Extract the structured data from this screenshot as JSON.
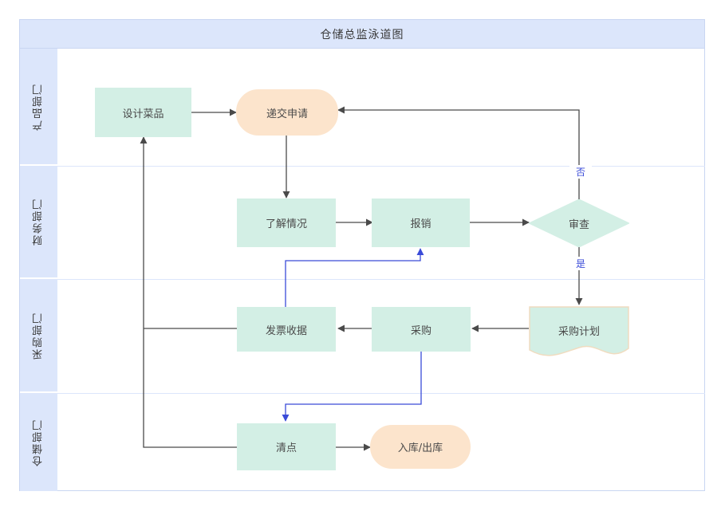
{
  "diagram": {
    "title": "仓储总监泳道图",
    "colors": {
      "header_bg": "#dce6fb",
      "lane_label_bg": "#dce6fb",
      "process_fill": "#d3efe5",
      "terminator_fill": "#fce4cc",
      "document_border": "#f0dcc0",
      "edge_gray": "#4a4a4a",
      "edge_blue": "#3a4bd8",
      "frame_border": "#c9d6f2",
      "text": "#4a4a4a"
    },
    "lanes": [
      {
        "id": "lane-product",
        "label": "产品部门"
      },
      {
        "id": "lane-finance",
        "label": "财务部门"
      },
      {
        "id": "lane-purchase",
        "label": "采购部门"
      },
      {
        "id": "lane-storage",
        "label": "仓储部门"
      }
    ],
    "nodes": [
      {
        "id": "design-dish",
        "label": "设计菜品",
        "shape": "rect",
        "lane": "产品部门"
      },
      {
        "id": "submit-request",
        "label": "递交申请",
        "shape": "rounded",
        "lane": "产品部门"
      },
      {
        "id": "understand",
        "label": "了解情况",
        "shape": "rect",
        "lane": "财务部门"
      },
      {
        "id": "reimburse",
        "label": "报销",
        "shape": "rect",
        "lane": "财务部门"
      },
      {
        "id": "review",
        "label": "审查",
        "shape": "diamond",
        "lane": "财务部门"
      },
      {
        "id": "invoice-receipt",
        "label": "发票收据",
        "shape": "rect",
        "lane": "采购部门"
      },
      {
        "id": "purchase",
        "label": "采购",
        "shape": "rect",
        "lane": "采购部门"
      },
      {
        "id": "purchase-plan",
        "label": "采购计划",
        "shape": "document",
        "lane": "采购部门"
      },
      {
        "id": "count-check",
        "label": "清点",
        "shape": "rect",
        "lane": "仓储部门"
      },
      {
        "id": "in-out-storage",
        "label": "入库/出库",
        "shape": "rounded",
        "lane": "仓储部门"
      }
    ],
    "edge_labels": [
      {
        "id": "edge-label-no",
        "text": "否"
      },
      {
        "id": "edge-label-yes",
        "text": "是"
      }
    ]
  }
}
